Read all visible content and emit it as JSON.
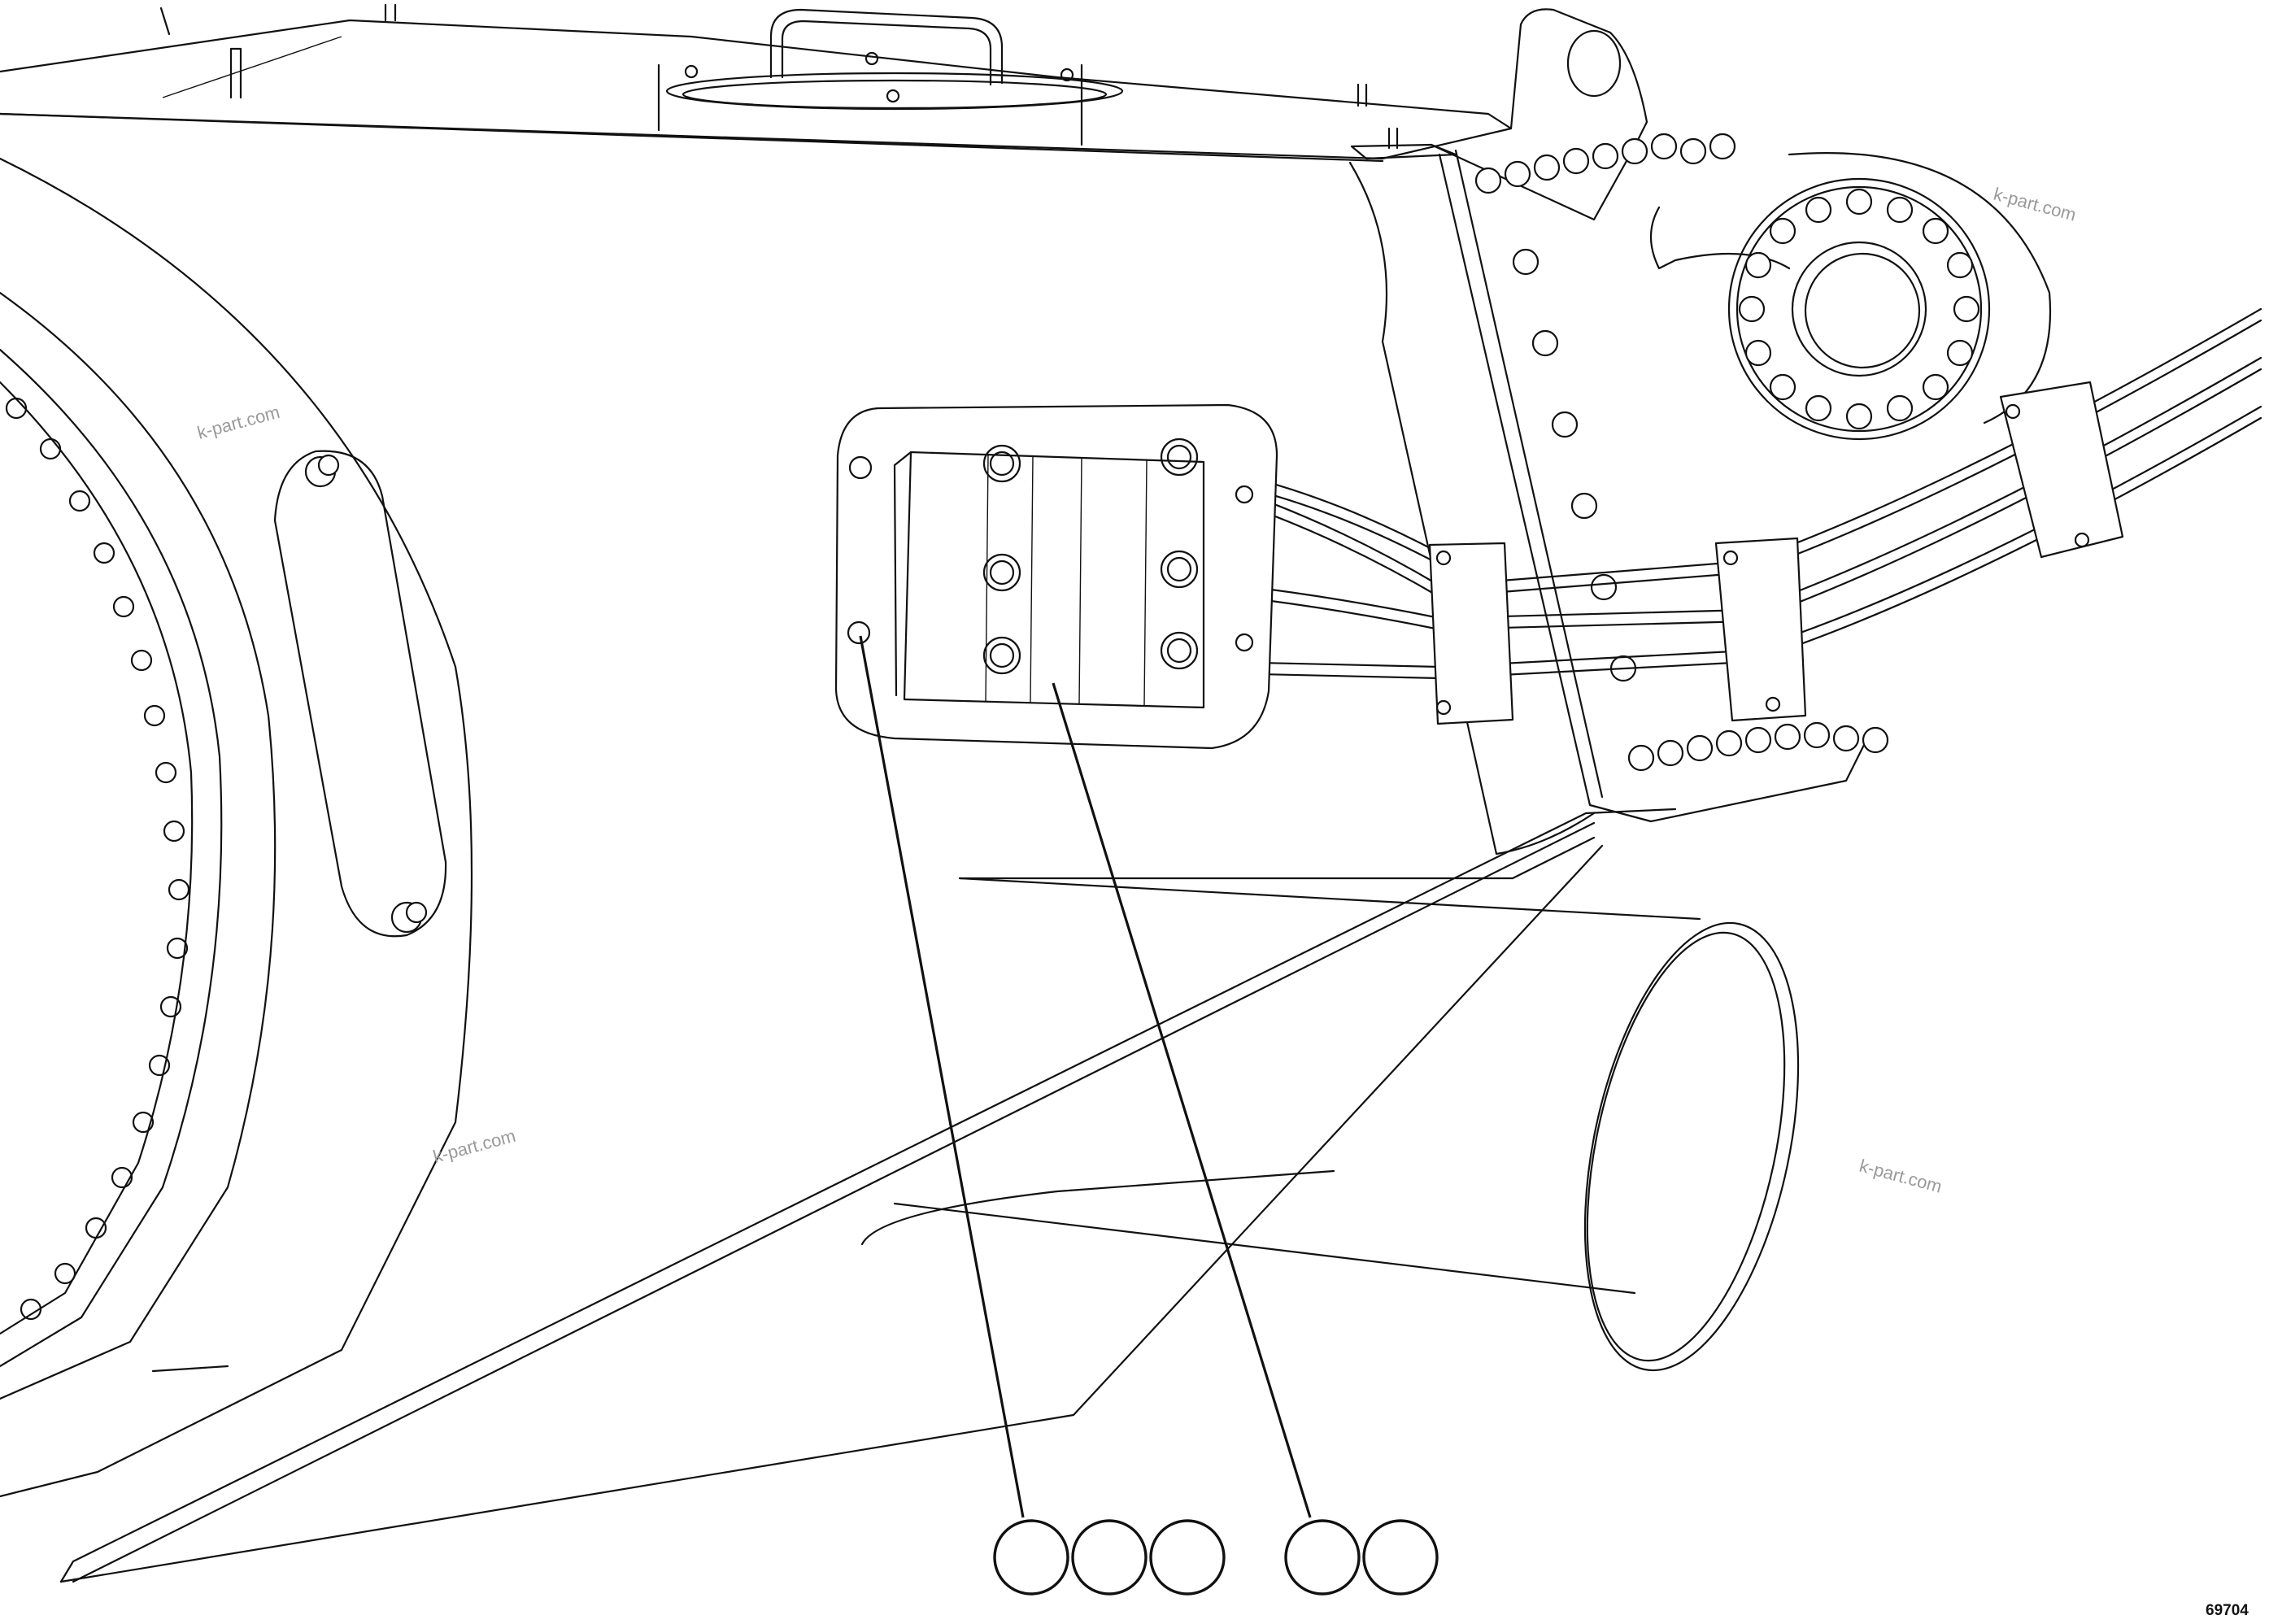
{
  "drawing": {
    "reference_number": "69704",
    "watermarks": [
      "k-part.com",
      "k-part.com",
      "k-part.com",
      "k-part.com"
    ],
    "callout_balloons": [
      {
        "group": "junction-box",
        "label": ""
      },
      {
        "group": "junction-box",
        "label": ""
      },
      {
        "group": "junction-box",
        "label": ""
      },
      {
        "group": "cable",
        "label": ""
      },
      {
        "group": "cable",
        "label": ""
      }
    ]
  }
}
